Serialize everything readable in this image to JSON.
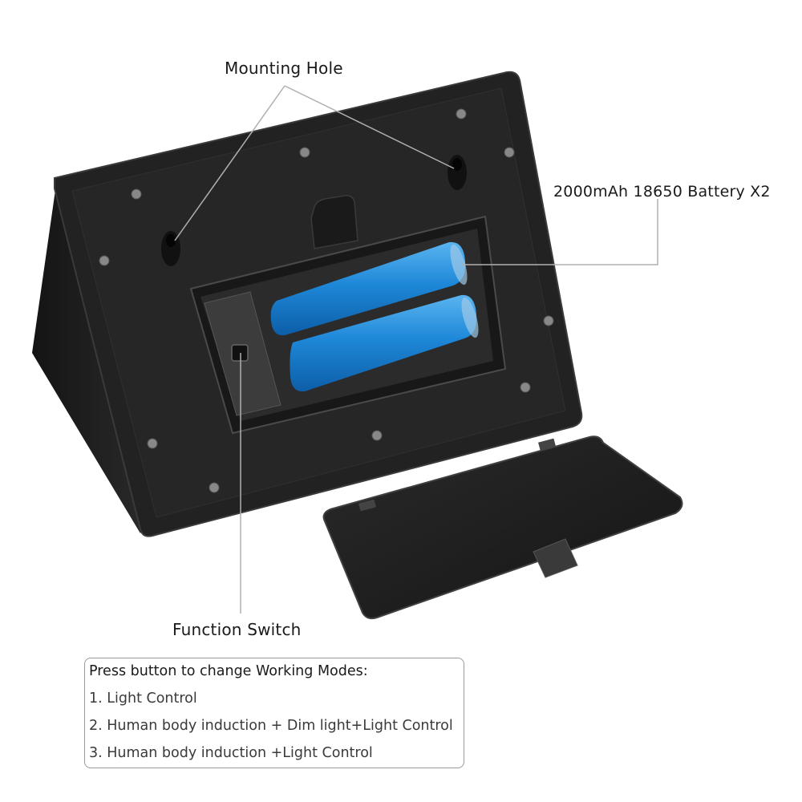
{
  "labels": {
    "mounting_hole": "Mounting Hole",
    "battery": "2000mAh 18650 Battery X2",
    "function_switch": "Function Switch"
  },
  "modes": {
    "title": "Press button to change Working Modes:",
    "items": [
      "1. Light Control",
      "2. Human body induction + Dim light+Light Control",
      "3. Human body induction +Light Control"
    ]
  },
  "colors": {
    "housing": "#1f1f1f",
    "battery": "#1e88d8",
    "leader_line": "#b0b0b0"
  }
}
